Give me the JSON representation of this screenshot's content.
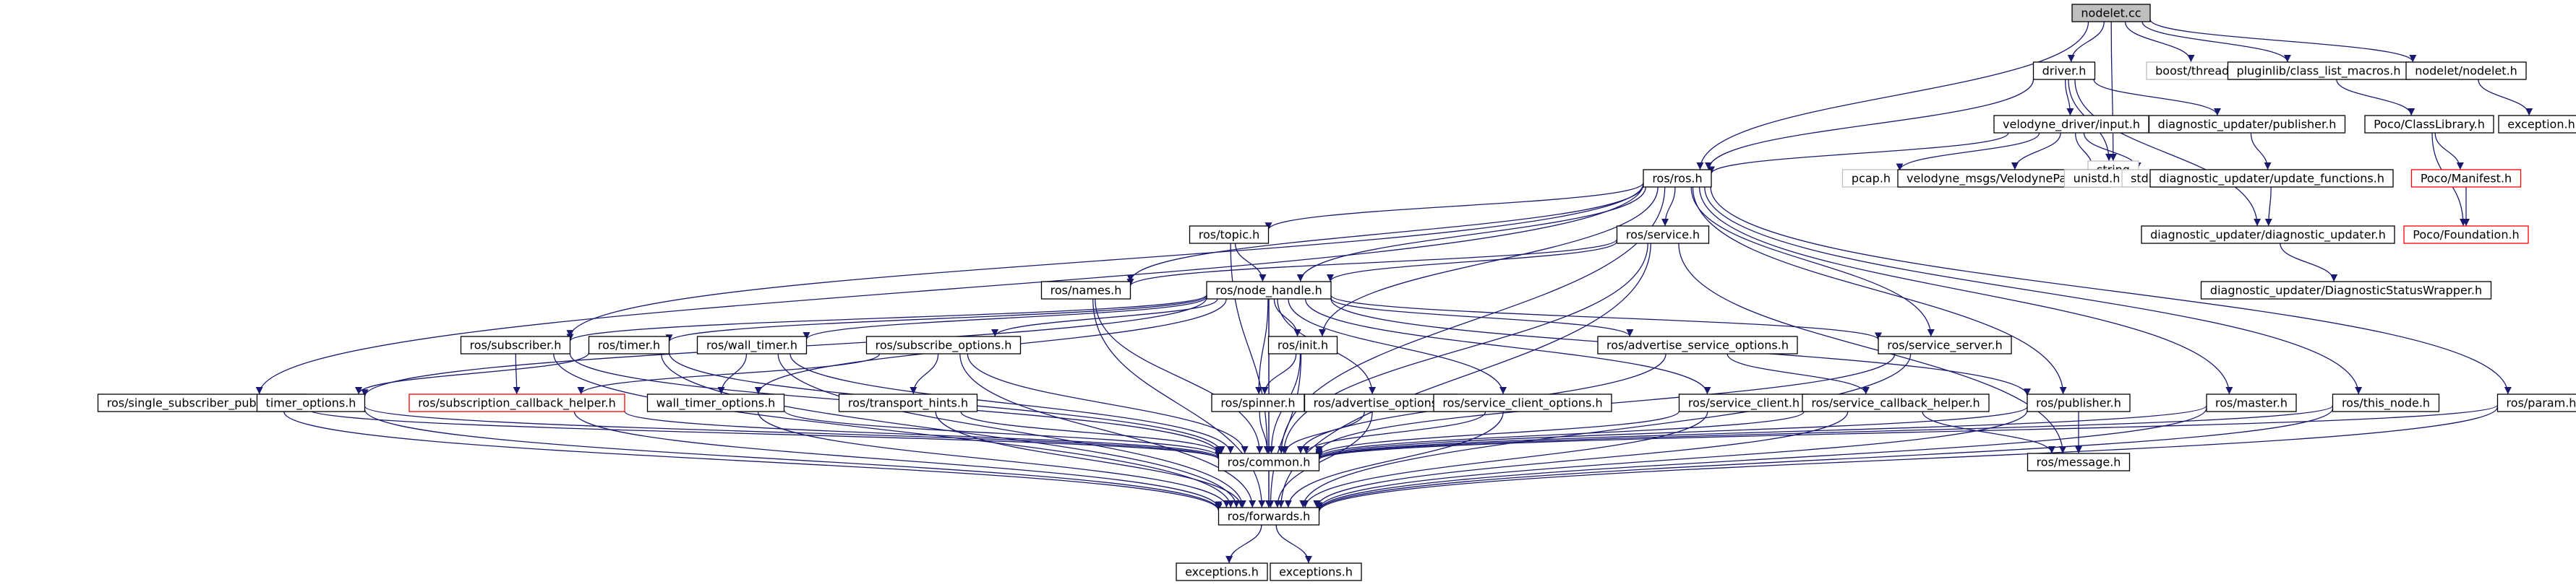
{
  "colors": {
    "edge": "#191970",
    "root_fill": "#bfbfbf",
    "box_border": "#000000",
    "missing_border": "#bfbfbf",
    "undocumented_border": "#ff0000",
    "background": "#ffffff"
  },
  "nodes": [
    {
      "id": "nodelet_cc",
      "label": "nodelet.cc",
      "style": "root"
    },
    {
      "id": "driver_h",
      "label": "driver.h",
      "style": "normal"
    },
    {
      "id": "string",
      "label": "string",
      "style": "grey"
    },
    {
      "id": "boost_thread",
      "label": "boost/thread.hpp",
      "style": "grey"
    },
    {
      "id": "pluginlib",
      "label": "pluginlib/class_list_macros.h",
      "style": "normal"
    },
    {
      "id": "nodelet_nodelet",
      "label": "nodelet/nodelet.h",
      "style": "normal"
    },
    {
      "id": "velodyne_input",
      "label": "velodyne_driver/input.h",
      "style": "normal"
    },
    {
      "id": "diag_publisher",
      "label": "diagnostic_updater/publisher.h",
      "style": "normal"
    },
    {
      "id": "poco_classlib",
      "label": "Poco/ClassLibrary.h",
      "style": "normal"
    },
    {
      "id": "exception_h",
      "label": "exception.h",
      "style": "normal"
    },
    {
      "id": "ros_ros",
      "label": "ros/ros.h",
      "style": "normal"
    },
    {
      "id": "pcap",
      "label": "pcap.h",
      "style": "grey"
    },
    {
      "id": "velodyne_pkt",
      "label": "velodyne_msgs/VelodynePacket.h",
      "style": "normal"
    },
    {
      "id": "unistd",
      "label": "unistd.h",
      "style": "grey"
    },
    {
      "id": "stdio",
      "label": "stdio.h",
      "style": "grey"
    },
    {
      "id": "diag_update_fn",
      "label": "diagnostic_updater/update_functions.h",
      "style": "normal"
    },
    {
      "id": "poco_manifest",
      "label": "Poco/Manifest.h",
      "style": "red"
    },
    {
      "id": "diag_updater",
      "label": "diagnostic_updater/diagnostic_updater.h",
      "style": "normal"
    },
    {
      "id": "poco_foundation",
      "label": "Poco/Foundation.h",
      "style": "red"
    },
    {
      "id": "ros_topic",
      "label": "ros/topic.h",
      "style": "normal"
    },
    {
      "id": "ros_service",
      "label": "ros/service.h",
      "style": "normal"
    },
    {
      "id": "diag_status",
      "label": "diagnostic_updater/DiagnosticStatusWrapper.h",
      "style": "normal"
    },
    {
      "id": "ros_names",
      "label": "ros/names.h",
      "style": "normal"
    },
    {
      "id": "ros_node_handle",
      "label": "ros/node_handle.h",
      "style": "normal"
    },
    {
      "id": "ros_subscriber",
      "label": "ros/subscriber.h",
      "style": "normal"
    },
    {
      "id": "ros_timer",
      "label": "ros/timer.h",
      "style": "normal"
    },
    {
      "id": "ros_wall_timer",
      "label": "ros/wall_timer.h",
      "style": "normal"
    },
    {
      "id": "ros_sub_opts",
      "label": "ros/subscribe_options.h",
      "style": "normal"
    },
    {
      "id": "ros_init",
      "label": "ros/init.h",
      "style": "normal"
    },
    {
      "id": "ros_adv_svc_opts",
      "label": "ros/advertise_service_options.h",
      "style": "normal"
    },
    {
      "id": "ros_svc_server",
      "label": "ros/service_server.h",
      "style": "normal"
    },
    {
      "id": "ros_single_sub_pub",
      "label": "ros/single_subscriber_publisher.h",
      "style": "normal"
    },
    {
      "id": "timer_opts",
      "label": "timer_options.h",
      "style": "normal"
    },
    {
      "id": "ros_sub_cb_helper",
      "label": "ros/subscription_callback_helper.h",
      "style": "red"
    },
    {
      "id": "wall_timer_opts",
      "label": "wall_timer_options.h",
      "style": "normal"
    },
    {
      "id": "ros_transport_hints",
      "label": "ros/transport_hints.h",
      "style": "normal"
    },
    {
      "id": "ros_spinner",
      "label": "ros/spinner.h",
      "style": "normal"
    },
    {
      "id": "ros_adv_opts",
      "label": "ros/advertise_options.h",
      "style": "normal"
    },
    {
      "id": "ros_svc_client_opts",
      "label": "ros/service_client_options.h",
      "style": "normal"
    },
    {
      "id": "ros_svc_client",
      "label": "ros/service_client.h",
      "style": "normal"
    },
    {
      "id": "ros_svc_cb_helper",
      "label": "ros/service_callback_helper.h",
      "style": "normal"
    },
    {
      "id": "ros_publisher",
      "label": "ros/publisher.h",
      "style": "normal"
    },
    {
      "id": "ros_master",
      "label": "ros/master.h",
      "style": "normal"
    },
    {
      "id": "ros_this_node",
      "label": "ros/this_node.h",
      "style": "normal"
    },
    {
      "id": "ros_param",
      "label": "ros/param.h",
      "style": "normal"
    },
    {
      "id": "ros_common",
      "label": "ros/common.h",
      "style": "normal"
    },
    {
      "id": "ros_message",
      "label": "ros/message.h",
      "style": "normal"
    },
    {
      "id": "ros_forwards",
      "label": "ros/forwards.h",
      "style": "normal"
    },
    {
      "id": "exceptions_a",
      "label": "exceptions.h",
      "style": "normal"
    },
    {
      "id": "exceptions_b",
      "label": "exceptions.h",
      "style": "normal"
    }
  ],
  "edges": [
    [
      "nodelet_cc",
      "driver_h"
    ],
    [
      "nodelet_cc",
      "string"
    ],
    [
      "nodelet_cc",
      "boost_thread"
    ],
    [
      "nodelet_cc",
      "pluginlib"
    ],
    [
      "nodelet_cc",
      "nodelet_nodelet"
    ],
    [
      "nodelet_cc",
      "ros_ros"
    ],
    [
      "driver_h",
      "string"
    ],
    [
      "driver_h",
      "velodyne_input"
    ],
    [
      "driver_h",
      "diag_publisher"
    ],
    [
      "driver_h",
      "diag_updater"
    ],
    [
      "driver_h",
      "ros_ros"
    ],
    [
      "pluginlib",
      "poco_classlib"
    ],
    [
      "nodelet_nodelet",
      "exception_h"
    ],
    [
      "velodyne_input",
      "ros_ros"
    ],
    [
      "velodyne_input",
      "pcap"
    ],
    [
      "velodyne_input",
      "velodyne_pkt"
    ],
    [
      "velodyne_input",
      "unistd"
    ],
    [
      "velodyne_input",
      "stdio"
    ],
    [
      "diag_publisher",
      "diag_update_fn"
    ],
    [
      "diag_update_fn",
      "diag_updater"
    ],
    [
      "diag_updater",
      "diag_status"
    ],
    [
      "poco_classlib",
      "poco_manifest"
    ],
    [
      "poco_classlib",
      "poco_foundation"
    ],
    [
      "poco_manifest",
      "poco_foundation"
    ],
    [
      "ros_ros",
      "ros_topic"
    ],
    [
      "ros_ros",
      "ros_service"
    ],
    [
      "ros_ros",
      "ros_names"
    ],
    [
      "ros_ros",
      "ros_node_handle"
    ],
    [
      "ros_ros",
      "ros_subscriber"
    ],
    [
      "ros_ros",
      "ros_init"
    ],
    [
      "ros_ros",
      "ros_svc_server"
    ],
    [
      "ros_ros",
      "ros_publisher"
    ],
    [
      "ros_ros",
      "ros_master"
    ],
    [
      "ros_ros",
      "ros_this_node"
    ],
    [
      "ros_ros",
      "ros_param"
    ],
    [
      "ros_ros",
      "ros_common"
    ],
    [
      "ros_ros",
      "ros_single_sub_pub"
    ],
    [
      "ros_topic",
      "ros_node_handle"
    ],
    [
      "ros_topic",
      "ros_common"
    ],
    [
      "ros_service",
      "ros_node_handle"
    ],
    [
      "ros_service",
      "ros_names"
    ],
    [
      "ros_service",
      "ros_common"
    ],
    [
      "ros_service",
      "ros_message"
    ],
    [
      "ros_service",
      "ros_forwards"
    ],
    [
      "ros_names",
      "ros_forwards"
    ],
    [
      "ros_names",
      "ros_common"
    ],
    [
      "ros_node_handle",
      "ros_subscriber"
    ],
    [
      "ros_node_handle",
      "ros_timer"
    ],
    [
      "ros_node_handle",
      "ros_wall_timer"
    ],
    [
      "ros_node_handle",
      "ros_sub_opts"
    ],
    [
      "ros_node_handle",
      "ros_init"
    ],
    [
      "ros_node_handle",
      "ros_adv_svc_opts"
    ],
    [
      "ros_node_handle",
      "ros_svc_server"
    ],
    [
      "ros_node_handle",
      "ros_svc_client_opts"
    ],
    [
      "ros_node_handle",
      "ros_svc_client"
    ],
    [
      "ros_node_handle",
      "ros_publisher"
    ],
    [
      "ros_node_handle",
      "ros_adv_opts"
    ],
    [
      "ros_node_handle",
      "ros_spinner"
    ],
    [
      "ros_node_handle",
      "timer_opts"
    ],
    [
      "ros_node_handle",
      "wall_timer_opts"
    ],
    [
      "ros_node_handle",
      "ros_common"
    ],
    [
      "ros_node_handle",
      "ros_forwards"
    ],
    [
      "ros_subscriber",
      "ros_sub_cb_helper"
    ],
    [
      "ros_subscriber",
      "ros_common"
    ],
    [
      "ros_subscriber",
      "ros_forwards"
    ],
    [
      "ros_timer",
      "timer_opts"
    ],
    [
      "ros_timer",
      "ros_common"
    ],
    [
      "ros_timer",
      "ros_forwards"
    ],
    [
      "ros_wall_timer",
      "wall_timer_opts"
    ],
    [
      "ros_wall_timer",
      "ros_common"
    ],
    [
      "ros_wall_timer",
      "ros_forwards"
    ],
    [
      "ros_sub_opts",
      "ros_transport_hints"
    ],
    [
      "ros_sub_opts",
      "ros_sub_cb_helper"
    ],
    [
      "ros_sub_opts",
      "ros_common"
    ],
    [
      "ros_sub_opts",
      "ros_forwards"
    ],
    [
      "ros_init",
      "ros_spinner"
    ],
    [
      "ros_init",
      "ros_common"
    ],
    [
      "ros_init",
      "ros_forwards"
    ],
    [
      "ros_adv_svc_opts",
      "ros_svc_cb_helper"
    ],
    [
      "ros_adv_svc_opts",
      "ros_common"
    ],
    [
      "ros_svc_server",
      "ros_common"
    ],
    [
      "ros_svc_server",
      "ros_forwards"
    ],
    [
      "ros_single_sub_pub",
      "ros_common"
    ],
    [
      "ros_single_sub_pub",
      "ros_forwards"
    ],
    [
      "timer_opts",
      "ros_common"
    ],
    [
      "timer_opts",
      "ros_forwards"
    ],
    [
      "ros_sub_cb_helper",
      "ros_common"
    ],
    [
      "ros_sub_cb_helper",
      "ros_forwards"
    ],
    [
      "wall_timer_opts",
      "ros_common"
    ],
    [
      "wall_timer_opts",
      "ros_forwards"
    ],
    [
      "ros_transport_hints",
      "ros_common"
    ],
    [
      "ros_transport_hints",
      "ros_forwards"
    ],
    [
      "ros_spinner",
      "ros_common"
    ],
    [
      "ros_adv_opts",
      "ros_common"
    ],
    [
      "ros_adv_opts",
      "ros_forwards"
    ],
    [
      "ros_svc_client_opts",
      "ros_common"
    ],
    [
      "ros_svc_client_opts",
      "ros_forwards"
    ],
    [
      "ros_svc_client",
      "ros_common"
    ],
    [
      "ros_svc_client",
      "ros_forwards"
    ],
    [
      "ros_svc_cb_helper",
      "ros_message"
    ],
    [
      "ros_svc_cb_helper",
      "ros_common"
    ],
    [
      "ros_svc_cb_helper",
      "ros_forwards"
    ],
    [
      "ros_publisher",
      "ros_message"
    ],
    [
      "ros_publisher",
      "ros_common"
    ],
    [
      "ros_publisher",
      "ros_forwards"
    ],
    [
      "ros_master",
      "ros_common"
    ],
    [
      "ros_master",
      "ros_forwards"
    ],
    [
      "ros_this_node",
      "ros_common"
    ],
    [
      "ros_this_node",
      "ros_forwards"
    ],
    [
      "ros_param",
      "ros_common"
    ],
    [
      "ros_param",
      "ros_forwards"
    ],
    [
      "ros_common",
      "ros_forwards"
    ],
    [
      "ros_forwards",
      "exceptions_a"
    ],
    [
      "ros_forwards",
      "exceptions_b"
    ]
  ]
}
